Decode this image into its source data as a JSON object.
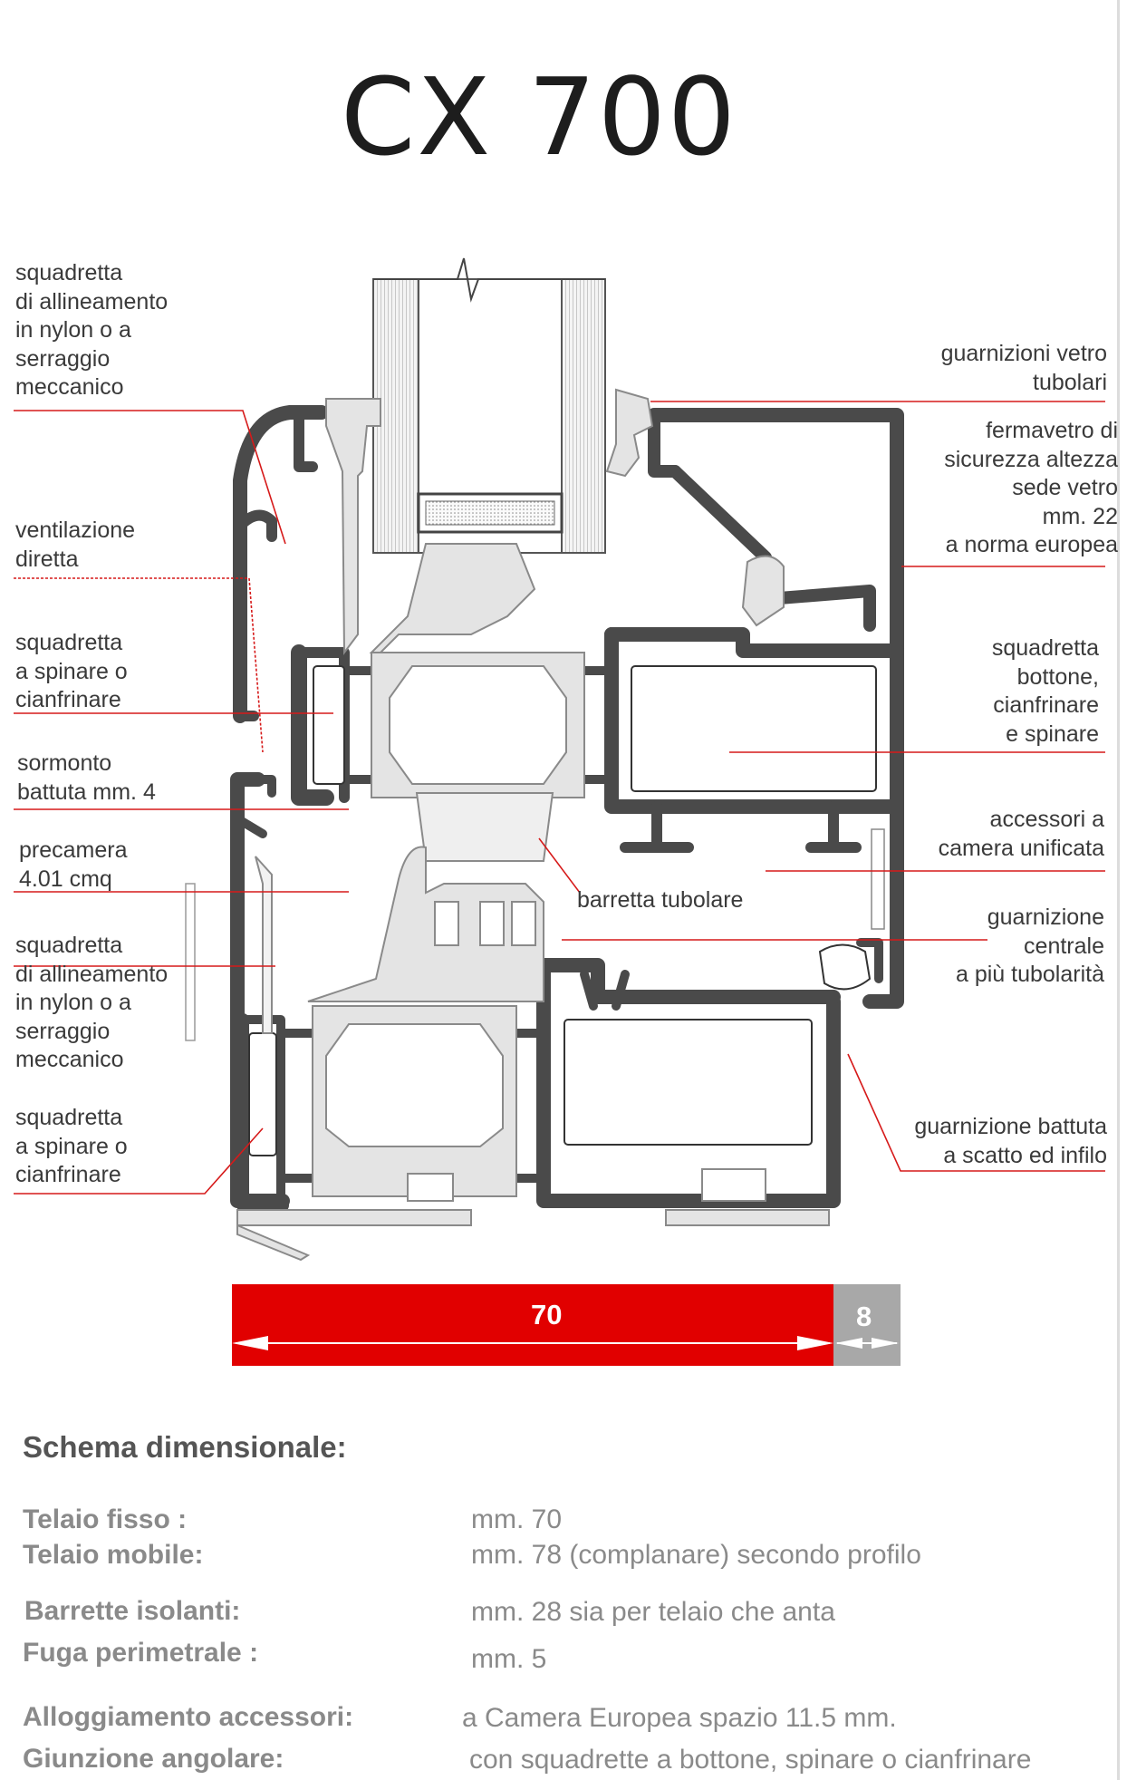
{
  "title": "CX 700",
  "labels": {
    "left": [
      "squadretta\ndi allineamento\nin nylon o a\nserraggio\nmeccanico",
      "ventilazione\ndiretta",
      "squadretta\na spinare o\ncianfrinare",
      "sormonto\nbattuta mm. 4",
      "precamera\n4.01 cmq",
      "squadretta\ndi allineamento\nin nylon o a\nserraggio\nmeccanico",
      "squadretta\na spinare o\n cianfrinare"
    ],
    "right": [
      "guarnizioni vetro\ntubolari",
      "fermavetro di\nsicurezza altezza\nsede vetro\nmm. 22\na norma europea",
      "squadretta\nbottone,\ncianfrinare\ne spinare",
      "accessori  a\ncamera unificata",
      "guarnizione\ncentrale\na più tubolarità",
      "guarnizione battuta\na scatto ed infilo"
    ],
    "center": "barretta tubolare"
  },
  "dimensions": {
    "main": "70",
    "overlap": "8"
  },
  "specs": {
    "heading": "Schema dimensionale:",
    "rows": [
      {
        "key": "Telaio fisso :",
        "value": "mm. 70"
      },
      {
        "key": "Telaio mobile:",
        "value": "mm. 78  (complanare) secondo profilo"
      },
      {
        "key": "Barrette isolanti:",
        "value": "mm. 28 sia per telaio che anta"
      },
      {
        "key": "Fuga perimetrale :",
        "value": "mm. 5"
      },
      {
        "key": "Alloggiamento accessori:",
        "value": "a Camera Europea spazio 11.5  mm."
      },
      {
        "key": "Giunzione angolare:",
        "value": "con squadrette a bottone, spinare o cianfrinare"
      }
    ]
  },
  "colors": {
    "leader": "#d61a1a",
    "profile": "#4a4a4a",
    "insulator": "#dcdcdc",
    "dimension": "#e10000",
    "dimension_overlap": "#a8a8a8"
  }
}
